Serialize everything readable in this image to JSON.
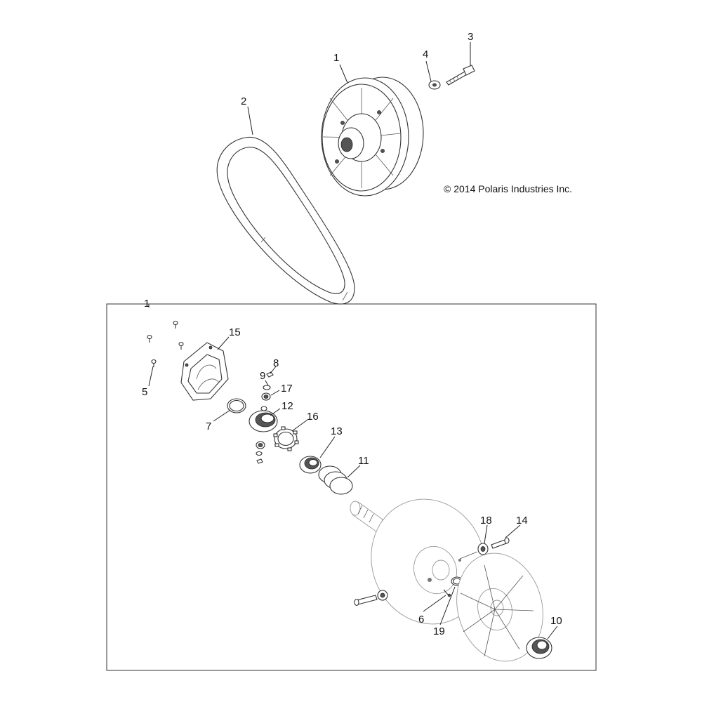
{
  "copyright": "© 2014 Polaris Industries Inc.",
  "callouts": {
    "c1_top": "1",
    "c2": "2",
    "c3": "3",
    "c4": "4",
    "c1_box": "1",
    "c15": "15",
    "c5": "5",
    "c8": "8",
    "c9": "9",
    "c17": "17",
    "c12": "12",
    "c7": "7",
    "c16": "16",
    "c13": "13",
    "c11": "11",
    "c18": "18",
    "c14": "14",
    "c6": "6",
    "c19": "19",
    "c10": "10"
  }
}
